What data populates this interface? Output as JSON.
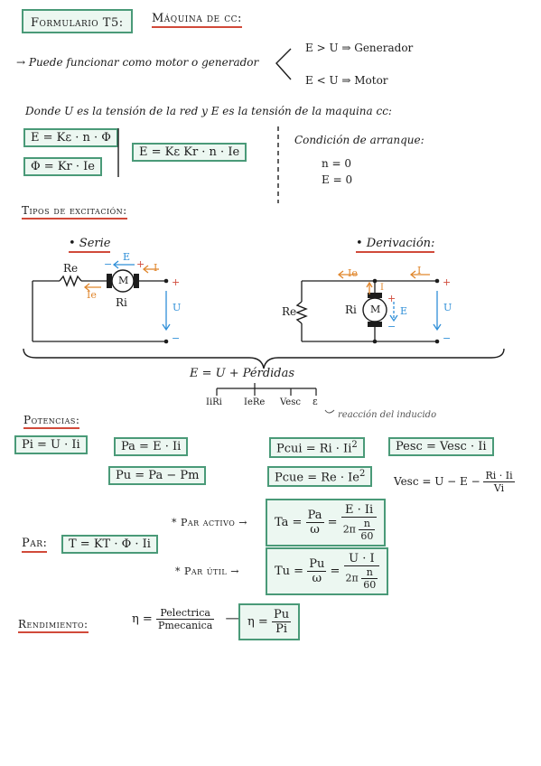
{
  "title": "Formulario T5:",
  "title_topic": "Máquina de cc:",
  "intro": {
    "text": "→ Puede funcionar como motor o generador",
    "case_gen": "E > U ⇒ Generador",
    "case_motor": "E < U ⇒ Motor"
  },
  "where": "Donde U es la tensión de la red y E es la tensión de la maquina cc:",
  "formulas_top": {
    "e": "E = Kε · n · Φ",
    "phi": "Φ = Kr · Ie",
    "combined": "E = Kε Kr · n · Ie"
  },
  "start": {
    "label": "Condición de arranque:",
    "n": "n = 0",
    "e": "E = 0"
  },
  "excitacion": {
    "heading": "Tipos de excitación:",
    "serie": "• Serie",
    "derivacion": "• Derivación:",
    "labels": {
      "re": "Re",
      "ri": "Ri",
      "ie": "Ie",
      "i": "I",
      "e": "E",
      "u": "U",
      "m": "M",
      "plus": "+",
      "minus": "−"
    },
    "equation": "E = U + Pérdidas",
    "losses": [
      "IiRi",
      "IeRe",
      "Vesc",
      "ε"
    ],
    "reaction_note": "reacción del inducido"
  },
  "potencias": {
    "heading": "Potencias:",
    "pi": "Pi = U · Ii",
    "pa": "Pa = E · Ii",
    "pu": "Pu = Pa − Pm",
    "pcui_lhs": "Pcui = Ri · Ii",
    "pcue_lhs": "Pcue = Re · Ie",
    "sup2": "2",
    "pesc": "Pesc = Vesc · Ii",
    "vesc_lhs": "Vesc = U − E −",
    "vesc_num": "Ri · Ii",
    "vesc_den": "Vi"
  },
  "par": {
    "heading": "Par:",
    "formula": "T = KT · Φ · Ii",
    "activo_label": "* Par activo →",
    "util_label": "* Par útil →",
    "ta_lhs": "Ta =",
    "ta_num": "Pa",
    "ta_den": "ω",
    "ta_num2": "E · Ii",
    "tu_lhs": "Tu =",
    "tu_num": "Pu",
    "tu_den": "ω",
    "tu_num2": "U · I",
    "eq": "=",
    "den2": "2π",
    "n_over": "n",
    "sixty": "60"
  },
  "rendimiento": {
    "heading": "Rendimiento:",
    "eta": "η =",
    "num": "Pelectrica",
    "den": "Pmecanica",
    "arrow": "⟶",
    "boxed_num": "Pu",
    "boxed_den": "Pi"
  }
}
